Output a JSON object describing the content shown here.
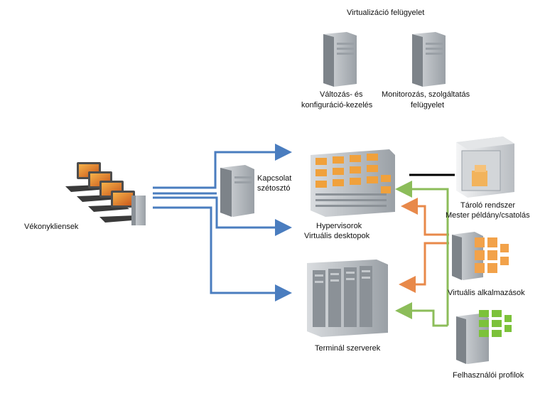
{
  "labels": {
    "virt_title": "Virtualizáció felügyelet",
    "change_mgmt_1": "Változás- és",
    "change_mgmt_2": "konfiguráció-kezelés",
    "monitoring_1": "Monitorozás, szolgáltatás",
    "monitoring_2": "felügyelet",
    "broker_1": "Kapcsolat",
    "broker_2": "szétosztó",
    "thin_clients": "Vékonykliensek",
    "hypervisors_1": "Hypervisorok",
    "hypervisors_2": "Virtuális desktopok",
    "storage_1": "Tároló rendszer",
    "storage_2": "Mester példány/csatolás",
    "virtual_apps": "Virtuális alkalmazások",
    "terminal_servers": "Terminál szerverek",
    "user_profiles": "Felhasználói  profilok"
  },
  "colors": {
    "blue_arrow": "#4a7dbf",
    "orange_arrow": "#e8894a",
    "green_arrow": "#8cbd5a",
    "storage_link": "#000000"
  },
  "icons": [
    "server-icon",
    "monitor-icon",
    "storage-box-icon",
    "app-cube-icon",
    "profile-cube-icon"
  ]
}
